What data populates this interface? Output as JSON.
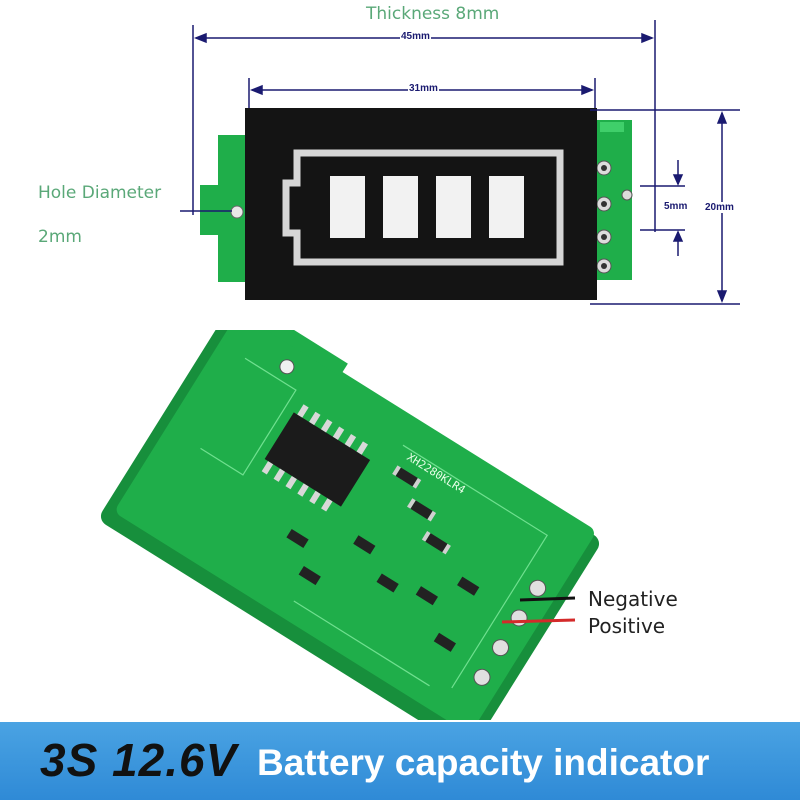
{
  "annotations": {
    "thickness": "Thickness 8mm",
    "hole_diameter_line1": "Hole Diameter",
    "hole_diameter_line2": "2mm",
    "dim_total_length": "45mm",
    "dim_display_length": "31mm",
    "dim_pad_pitch": "5mm",
    "dim_height": "20mm",
    "negative": "Negative",
    "positive": "Positive"
  },
  "pcb_labels": {
    "model": "XH2280KLR4"
  },
  "banner": {
    "model_text": "3S 12.6V",
    "description": "Battery capacity indicator"
  },
  "colors": {
    "pcb_green": "#1fae4a",
    "display_black": "#141414",
    "segment_white": "#f2f2f2",
    "dimension_blue": "#1a1a70",
    "label_green": "#5aa878",
    "banner_blue": "#3a95dc"
  }
}
